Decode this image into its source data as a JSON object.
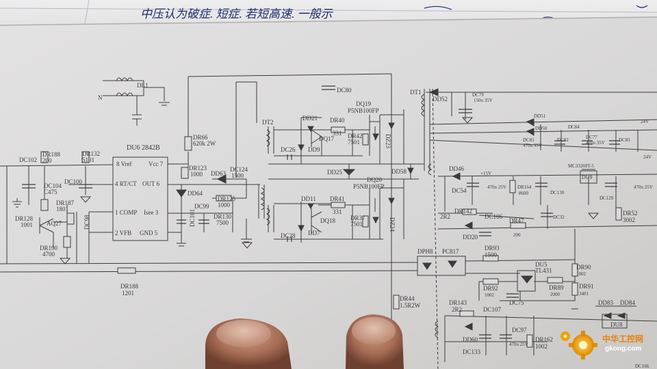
{
  "photo": {
    "handwriting": "中压认为破症. 短症. 若短高速. 一般示",
    "watermark": {
      "brand": "中华工控网",
      "domain": "gkong.com"
    }
  },
  "schematic": {
    "input": {
      "n_label": "N",
      "filter": "DL1"
    },
    "controller": {
      "name": "DU6  2842B",
      "pins": [
        "8 Vref",
        "Vcc 7",
        "4 RT/CT",
        "OUT 6",
        "1 COMP",
        "Isee 3",
        "2 VFB",
        "GND 5"
      ]
    },
    "components": [
      {
        "ref": "DC102",
        "value": ""
      },
      {
        "ref": "DR188",
        "value": "200"
      },
      {
        "ref": "DR132",
        "value": "5101"
      },
      {
        "ref": "DC104",
        "value": "C475"
      },
      {
        "ref": "DC100",
        "value": ""
      },
      {
        "ref": "DR187",
        "value": "1801"
      },
      {
        "ref": "DR128",
        "value": "1001"
      },
      {
        "ref": "AQ27",
        "value": ""
      },
      {
        "ref": "DC98",
        "value": ""
      },
      {
        "ref": "DR190",
        "value": "4700"
      },
      {
        "ref": "DR188",
        "value": "1201"
      },
      {
        "ref": "DR66",
        "value": "620k 2W"
      },
      {
        "ref": "DR123",
        "value": "1000"
      },
      {
        "ref": "DD63",
        "value": ""
      },
      {
        "ref": "DC124",
        "value": "1500"
      },
      {
        "ref": "DD64",
        "value": ""
      },
      {
        "ref": "DR125",
        "value": "1000"
      },
      {
        "ref": "DC99",
        "value": ""
      },
      {
        "ref": "DR130",
        "value": "7500"
      },
      {
        "ref": "DC101",
        "value": ""
      },
      {
        "ref": "DC80",
        "value": ""
      },
      {
        "ref": "DT2",
        "value": ""
      },
      {
        "ref": "DD21",
        "value": ""
      },
      {
        "ref": "DR40",
        "value": "331"
      },
      {
        "ref": "DQ17",
        "value": ""
      },
      {
        "ref": "DC26",
        "value": ""
      },
      {
        "ref": "DD9",
        "value": ""
      },
      {
        "ref": "DR42",
        "value": "7501"
      },
      {
        "ref": "DZ23",
        "value": ""
      },
      {
        "ref": "DQ19",
        "value": "P5NB100FP"
      },
      {
        "ref": "DD25",
        "value": ""
      },
      {
        "ref": "DQ20",
        "value": "P5NB100FP"
      },
      {
        "ref": "DD58",
        "value": ""
      },
      {
        "ref": "DD11",
        "value": ""
      },
      {
        "ref": "DR41",
        "value": "331"
      },
      {
        "ref": "DQ18",
        "value": ""
      },
      {
        "ref": "DR37",
        "value": "7501"
      },
      {
        "ref": "DZ24",
        "value": ""
      },
      {
        "ref": "DC28",
        "value": ""
      },
      {
        "ref": "DD7",
        "value": ""
      },
      {
        "ref": "DR44",
        "value": "1.5R2W"
      },
      {
        "ref": "DT1",
        "value": ""
      },
      {
        "ref": "DD52",
        "value": ""
      },
      {
        "ref": "DC79",
        "value": "150u 35V"
      },
      {
        "ref": "DD51",
        "value": ""
      },
      {
        "ref": "DD50",
        "value": ""
      },
      {
        "ref": "DC84",
        "value": ""
      },
      {
        "ref": "DC81",
        "value": "470u 35V"
      },
      {
        "ref": "DC82",
        "value": ""
      },
      {
        "ref": "DC77",
        "value": "470u 35V"
      },
      {
        "ref": "DC83",
        "value": ""
      },
      {
        "ref": "DD46",
        "value": "+15V"
      },
      {
        "ref": "DC54",
        "value": "470u 25V"
      },
      {
        "ref": "DR164",
        "value": "8600"
      },
      {
        "ref": "DC130",
        "value": ""
      },
      {
        "ref": "DU9",
        "value": "MC33269T-5"
      },
      {
        "ref": "DC129",
        "value": "470u 25V"
      },
      {
        "ref": "DR142",
        "value": ""
      },
      {
        "ref": "2R2",
        "value": ""
      },
      {
        "ref": "DC106",
        "value": ""
      },
      {
        "ref": "DD20",
        "value": ""
      },
      {
        "ref": "DR47",
        "value": "200"
      },
      {
        "ref": "DC32",
        "value": ""
      },
      {
        "ref": "DR52",
        "value": "3002"
      },
      {
        "ref": "DPH8",
        "value": "PC817"
      },
      {
        "ref": "DR93",
        "value": "1500"
      },
      {
        "ref": "DU5",
        "value": "TL431"
      },
      {
        "ref": "DR90",
        "value": "1002"
      },
      {
        "ref": "DR92",
        "value": "1002"
      },
      {
        "ref": "DC75",
        "value": ""
      },
      {
        "ref": "DR89",
        "value": "2000"
      },
      {
        "ref": "DR91",
        "value": "3401"
      },
      {
        "ref": "DR143",
        "value": "2R2"
      },
      {
        "ref": "DC107",
        "value": ""
      },
      {
        "ref": "DD60",
        "value": ""
      },
      {
        "ref": "DC97",
        "value": "470u 25V"
      },
      {
        "ref": "DR162",
        "value": "1002"
      },
      {
        "ref": "DC133",
        "value": ""
      },
      {
        "ref": "DD83",
        "value": ""
      },
      {
        "ref": "DD84",
        "value": ""
      },
      {
        "ref": "DU8",
        "value": ""
      },
      {
        "ref": "DC166",
        "value": ""
      }
    ],
    "rail_labels": [
      "24V",
      "24V"
    ]
  }
}
